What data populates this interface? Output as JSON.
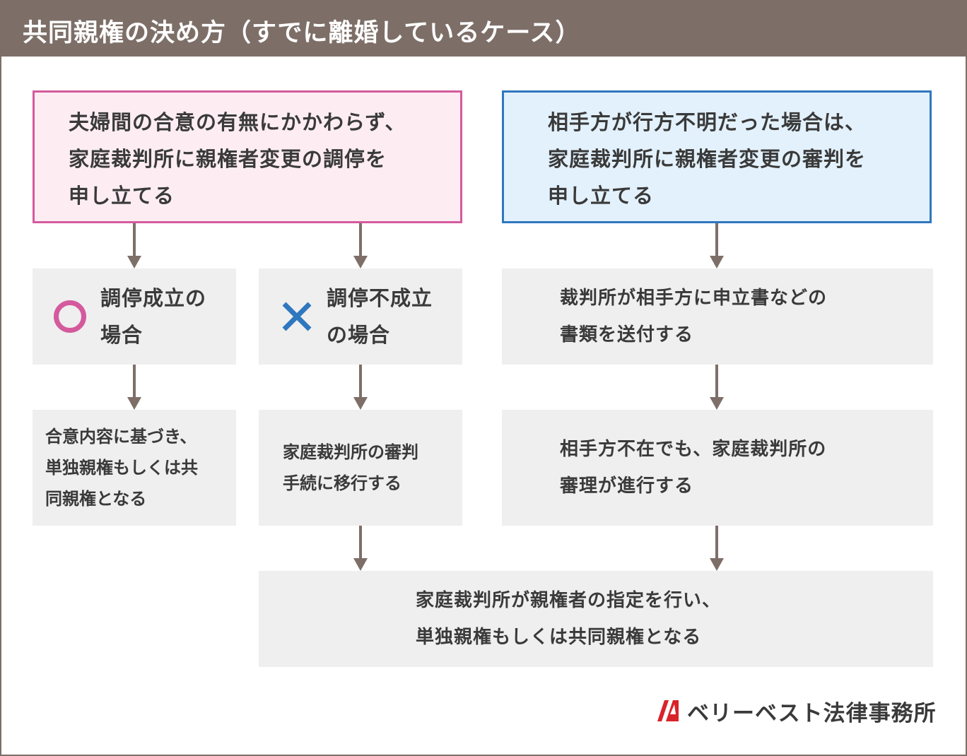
{
  "header": {
    "title": "共同親権の決め方（すでに離婚しているケース）"
  },
  "boxes": {
    "agreement_apply": [
      "夫婦間の合意の有無にかかわらず、",
      "家庭裁判所に親権者変更の調停を",
      "申し立てる"
    ],
    "missing_apply": [
      "相手方が行方不明だった場合は、",
      "家庭裁判所に親権者変更の審判を",
      "申し立てる"
    ],
    "mediation_success": [
      "調停成立の",
      "場合"
    ],
    "mediation_fail": [
      "調停不成立",
      "の場合"
    ],
    "court_send": [
      "裁判所が相手方に申立書などの",
      "書類を送付する"
    ],
    "success_result": [
      "合意内容に基づき、",
      "単独親権もしくは共",
      "同親権となる"
    ],
    "fail_result": [
      "家庭裁判所の審判",
      "手続に移行する"
    ],
    "absent_result": [
      "相手方不在でも、家庭裁判所の",
      "審理が進行する"
    ],
    "final": [
      "家庭裁判所が親権者の指定を行い、",
      "単独親権もしくは共同親権となる"
    ]
  },
  "logo": {
    "text": "ベリーベスト法律事務所"
  },
  "colors": {
    "brand": "#7d6f68",
    "pink": "#d45a9d",
    "blue": "#2f77bf",
    "red": "#d9232a"
  }
}
